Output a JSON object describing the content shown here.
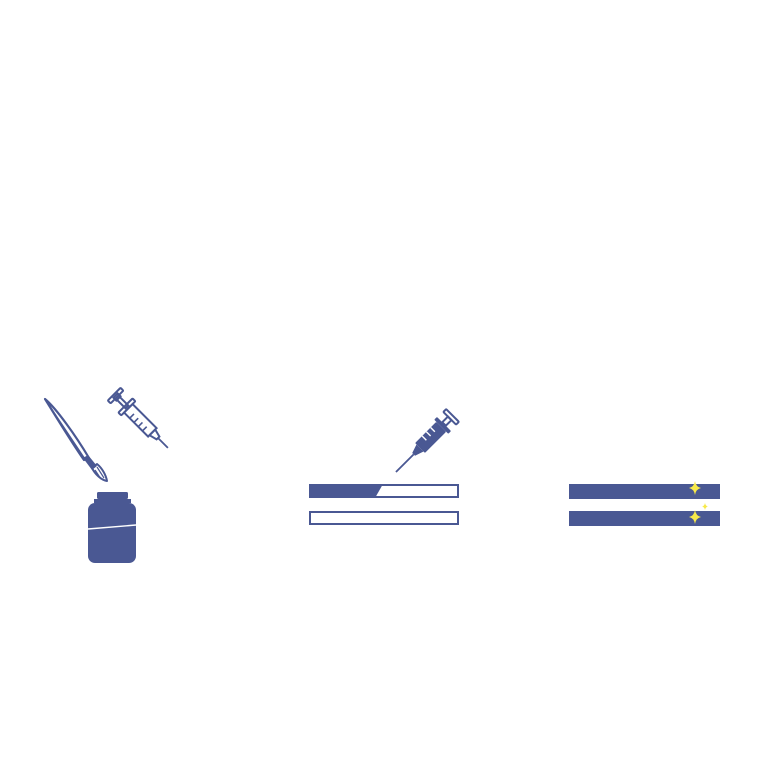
{
  "diagram": {
    "colors": {
      "primary": "#4a5893",
      "background": "#ffffff",
      "sparkle": "#f7e94a"
    },
    "steps": [
      {
        "id": "step-1",
        "icons": [
          "paintbrush-icon",
          "syringe-icon",
          "bottle-icon"
        ]
      },
      {
        "id": "step-2",
        "icons": [
          "syringe-icon",
          "strip-half-filled",
          "strip-empty"
        ]
      },
      {
        "id": "step-3",
        "icons": [
          "strip-filled",
          "strip-filled",
          "sparkle-icon"
        ]
      }
    ]
  }
}
